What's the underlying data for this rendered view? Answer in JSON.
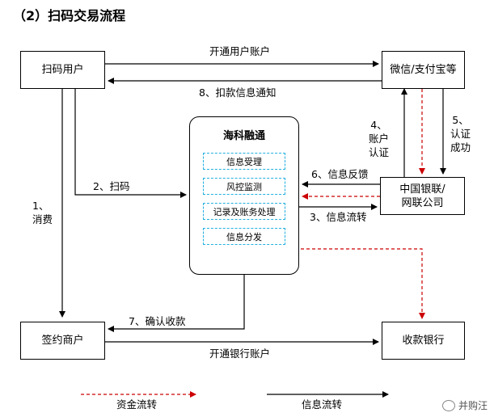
{
  "title": "（2）扫码交易流程",
  "nodes": {
    "scan_user": "扫码用户",
    "wechat_alipay": "微信/支付宝等",
    "hub": "海科融通",
    "hub_modules": [
      "信息受理",
      "风控监测",
      "记录及账务处理",
      "信息分发"
    ],
    "unionpay_line1": "中国银联/",
    "unionpay_line2": "网联公司",
    "merchant": "签约商户",
    "receiving_bank": "收款银行"
  },
  "edges": {
    "open_user_account": "开通用户账户",
    "deduction_notice": "8、扣款信息通知",
    "scan": "2、扫码",
    "consume_line1": "1、",
    "consume_line2": "消费",
    "account_auth": [
      "4、",
      "账户",
      "认证"
    ],
    "auth_success": [
      "5、",
      "认证",
      "成功"
    ],
    "info_feedback": "6、信息反馈",
    "info_flow": "3、信息流转",
    "confirm_receipt": "7、确认收款",
    "open_bank_account": "开通银行账户"
  },
  "legend": {
    "fund_flow": "资金流转",
    "info_flow": "信息流转"
  },
  "watermark": "并购汪",
  "colors": {
    "fund_flow": "#cc0000",
    "info_flow": "#000000",
    "module_border": "#22b0e0"
  }
}
